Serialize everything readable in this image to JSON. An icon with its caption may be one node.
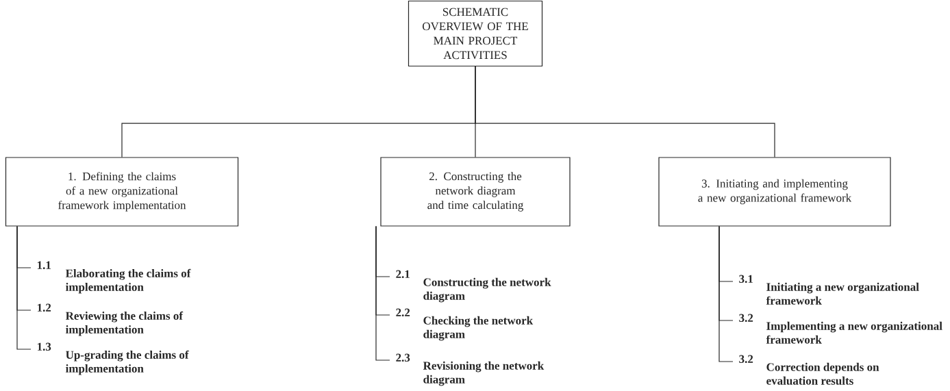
{
  "diagram": {
    "nodes": [
      {
        "text": [
          "SCHEMATIC OVERVIEW OF THE MAIN PROJECT ACTIVITIES"
        ]
      },
      {
        "text": [
          "1. Defining the claims of a new organizational framework implementation"
        ]
      },
      {
        "text": [
          "2. Constructing the network diagram and time calculating"
        ]
      },
      {
        "text": [
          "3. Initiating and implementing a new organizational framework"
        ]
      },
      {
        "text": [
          "1.1",
          "Elaborating the claims of implementation"
        ]
      },
      {
        "text": [
          "1.2",
          "Reviewing the claims of implementation"
        ]
      },
      {
        "text": [
          "1.3",
          "Up-grading the claims of implementation"
        ]
      },
      {
        "text": [
          "2.1",
          "Constructing the network diagram"
        ]
      },
      {
        "text": [
          "2.2",
          "Checking the network diagram"
        ]
      },
      {
        "text": [
          "2.3",
          "Revisioning the network diagram"
        ]
      },
      {
        "text": [
          "3.1",
          "Initiating a new organizational framework"
        ]
      },
      {
        "text": [
          "3.2",
          "Implementing a new organizational framework"
        ]
      },
      {
        "text": [
          "3.2",
          "Correction depends on evaluation results"
        ]
      }
    ],
    "edges": [
      {
        "from": 0,
        "to": 1,
        "arrow": "none"
      },
      {
        "from": 0,
        "to": 2,
        "arrow": "none"
      },
      {
        "from": 0,
        "to": 3,
        "arrow": "none"
      },
      {
        "from": 1,
        "to": 4,
        "arrow": "none"
      },
      {
        "from": 1,
        "to": 5,
        "arrow": "none"
      },
      {
        "from": 1,
        "to": 6,
        "arrow": "none"
      },
      {
        "from": 2,
        "to": 7,
        "arrow": "none"
      },
      {
        "from": 2,
        "to": 8,
        "arrow": "none"
      },
      {
        "from": 2,
        "to": 9,
        "arrow": "none"
      },
      {
        "from": 3,
        "to": 10,
        "arrow": "none"
      },
      {
        "from": 3,
        "to": 11,
        "arrow": "none"
      },
      {
        "from": 3,
        "to": 12,
        "arrow": "none"
      }
    ]
  }
}
